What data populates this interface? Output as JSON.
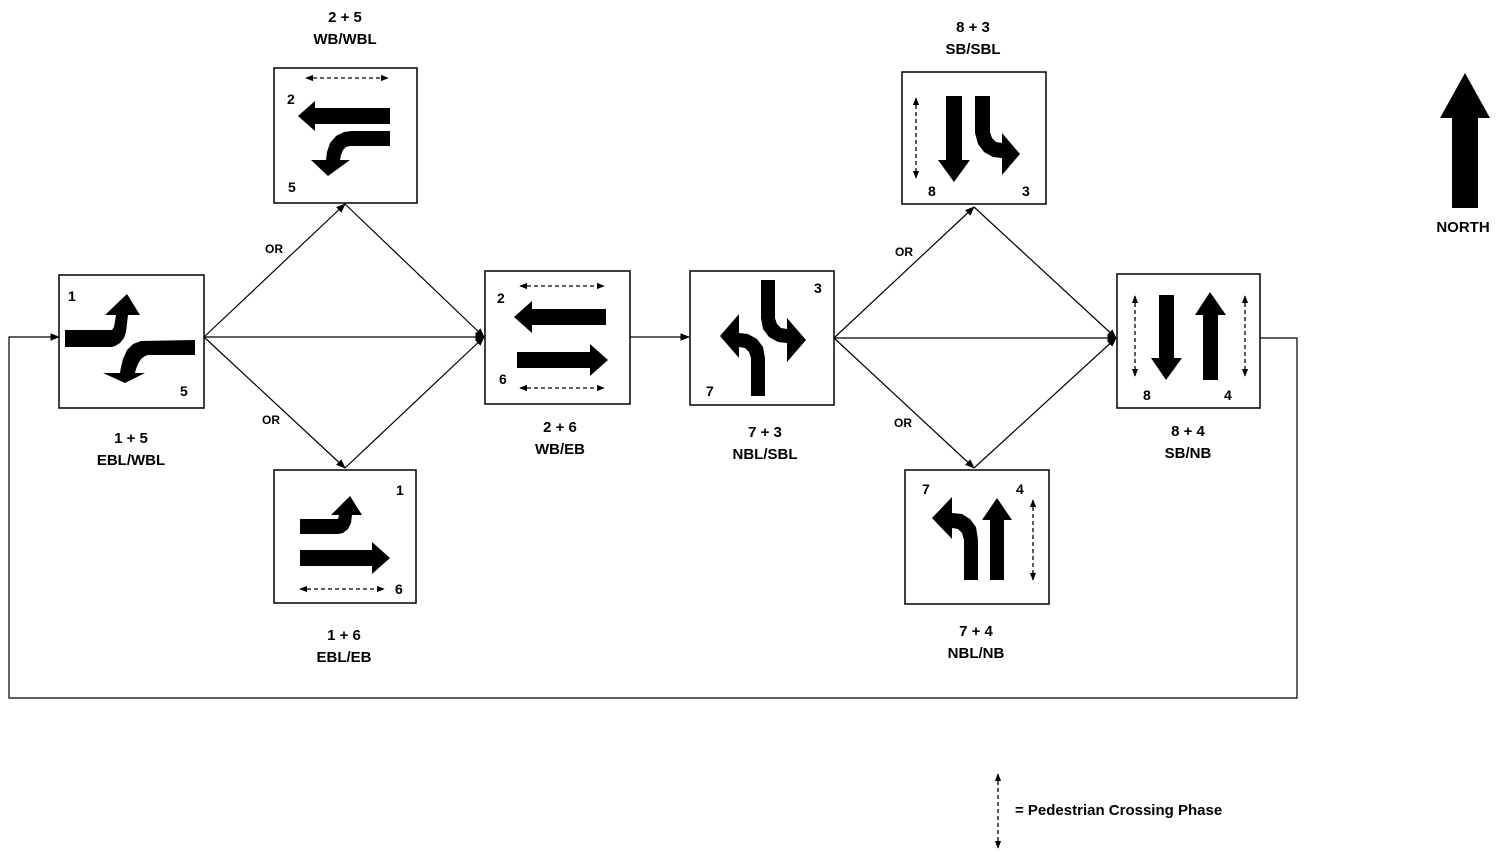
{
  "phases": {
    "p15": {
      "line1": "1 + 5",
      "line2": "EBL/WBL",
      "num_a": "1",
      "num_b": "5"
    },
    "p25": {
      "line1": "2 + 5",
      "line2": "WB/WBL",
      "num_a": "2",
      "num_b": "5"
    },
    "p16": {
      "line1": "1 + 6",
      "line2": "EBL/EB",
      "num_a": "1",
      "num_b": "6"
    },
    "p26": {
      "line1": "2 + 6",
      "line2": "WB/EB",
      "num_a": "2",
      "num_b": "6"
    },
    "p73": {
      "line1": "7 + 3",
      "line2": "NBL/SBL",
      "num_a": "7",
      "num_b": "3"
    },
    "p83": {
      "line1": "8 + 3",
      "line2": "SB/SBL",
      "num_a": "8",
      "num_b": "3"
    },
    "p74": {
      "line1": "7 + 4",
      "line2": "NBL/NB",
      "num_a": "7",
      "num_b": "4"
    },
    "p84": {
      "line1": "8 + 4",
      "line2": "SB/NB",
      "num_a": "8",
      "num_b": "4"
    }
  },
  "or_label": "OR",
  "north_label": "NORTH",
  "legend_text": "= Pedestrian Crossing Phase",
  "colors": {
    "ink": "#000000",
    "background": "#ffffff"
  }
}
